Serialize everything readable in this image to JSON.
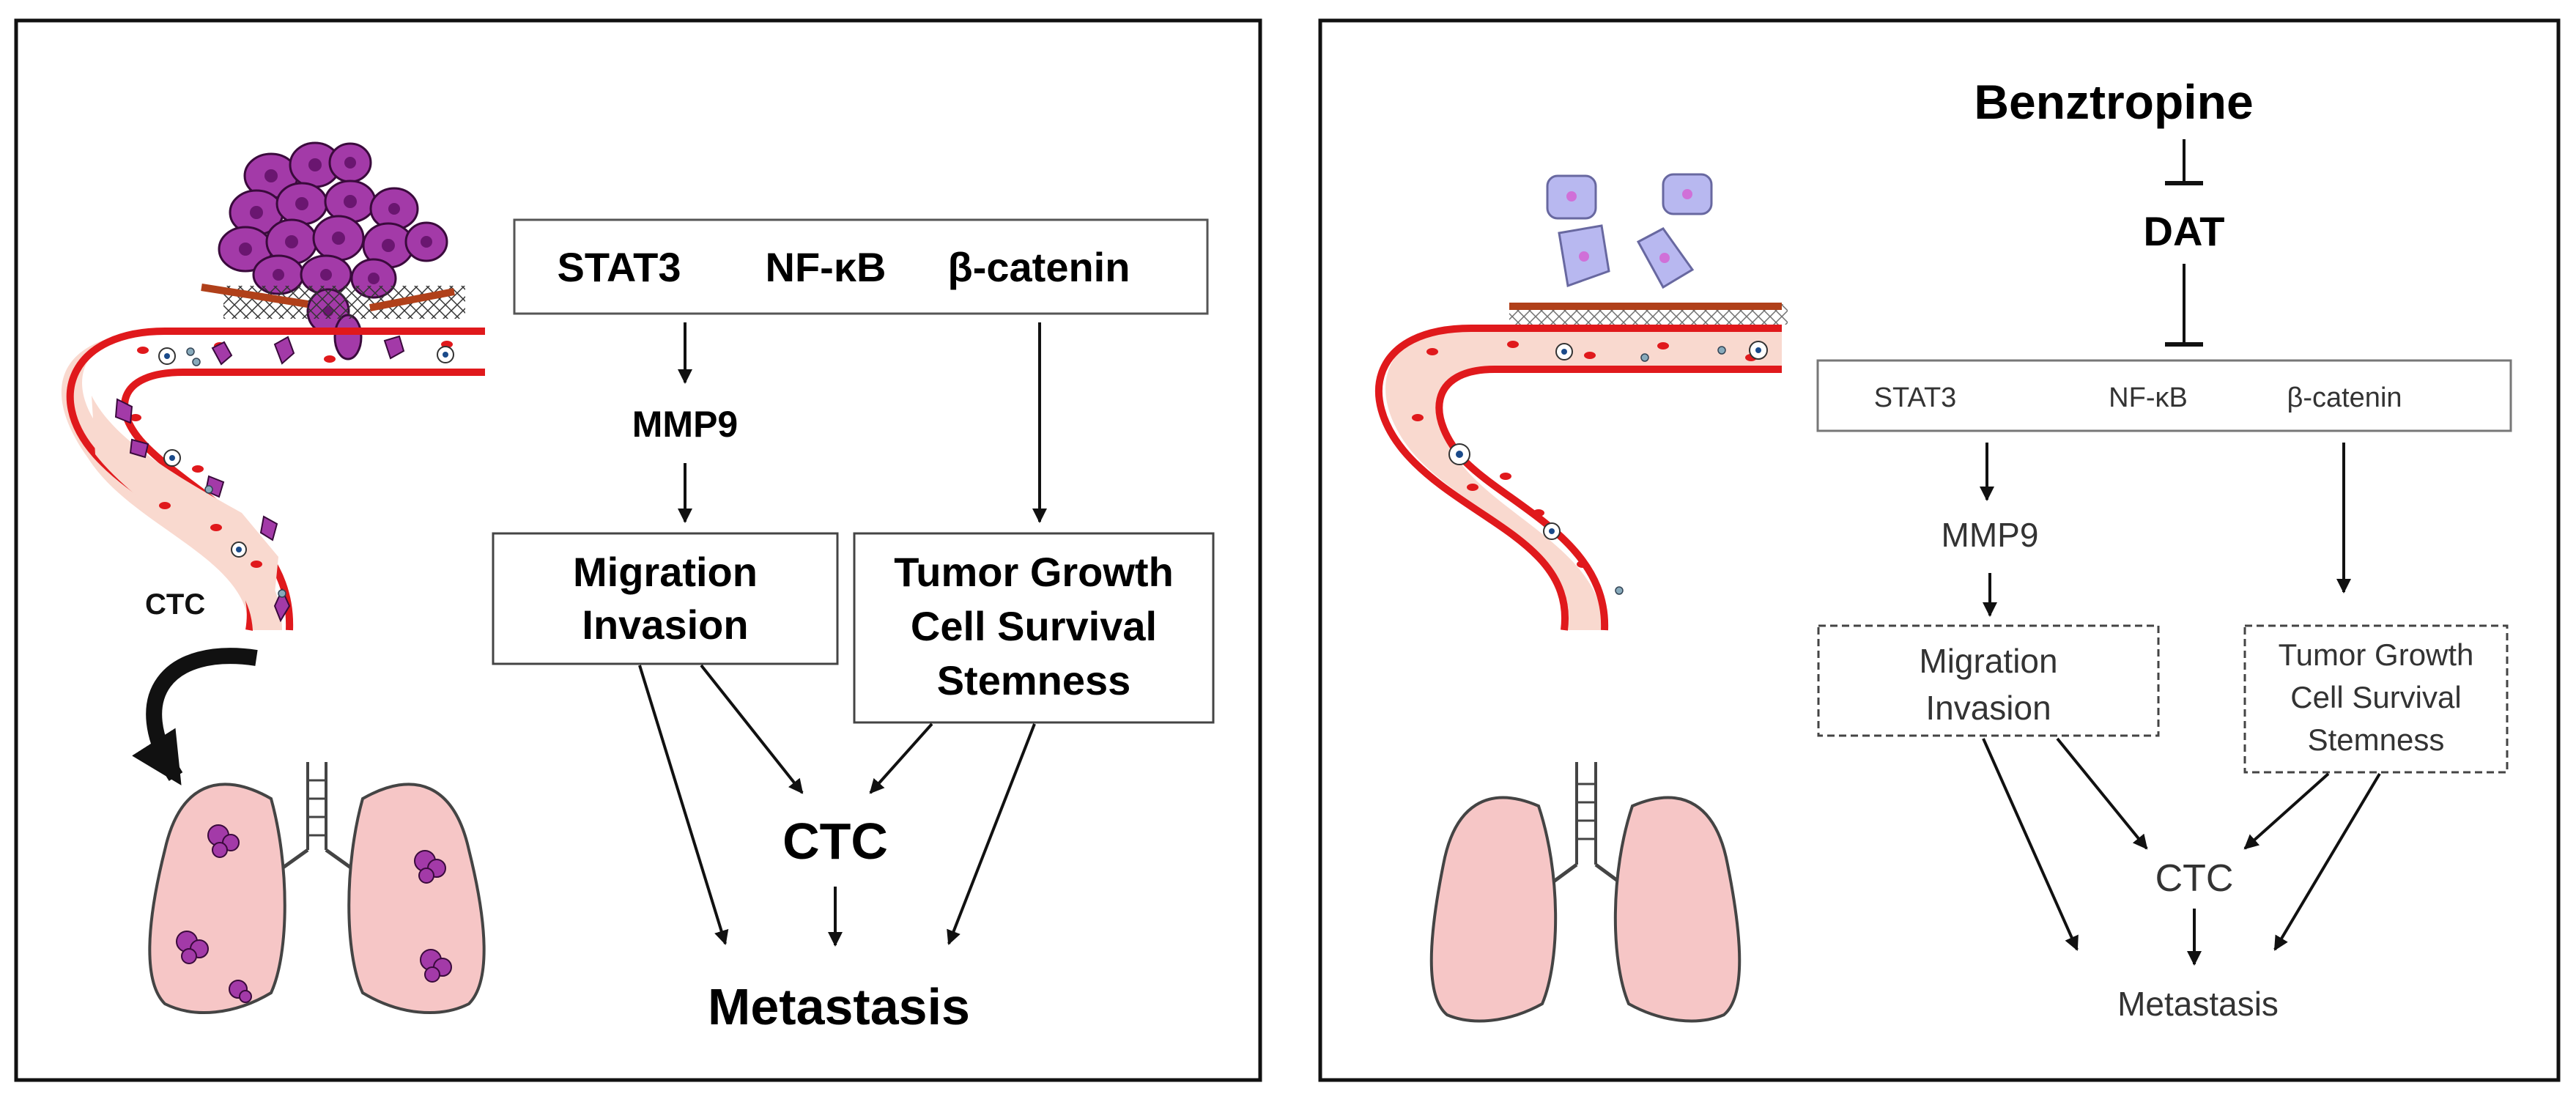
{
  "left_panel": {
    "ctc_side_label": "CTC",
    "factors": [
      "STAT3",
      "NF-κB",
      "β-catenin"
    ],
    "mmp9": "MMP9",
    "box_migration": [
      "Migration",
      "Invasion"
    ],
    "box_growth": [
      "Tumor Growth",
      "Cell Survival",
      "Stemness"
    ],
    "ctc": "CTC",
    "metastasis": "Metastasis"
  },
  "right_panel": {
    "drug": "Benztropine",
    "target": "DAT",
    "factors": [
      "STAT3",
      "NF-κB",
      "β-catenin"
    ],
    "mmp9": "MMP9",
    "box_migration": [
      "Migration",
      "Invasion"
    ],
    "box_growth": [
      "Tumor Growth",
      "Cell Survival",
      "Stemness"
    ],
    "ctc": "CTC",
    "metastasis": "Metastasis"
  },
  "colors": {
    "vessel_wall": "#e0191c",
    "vessel_fill": "#f9d9cf",
    "tumor_cell": "#a33aa8",
    "treated_cell": "#b8b8f0",
    "lung_fill": "#f6c6c6",
    "membrane": "#b0401a"
  }
}
